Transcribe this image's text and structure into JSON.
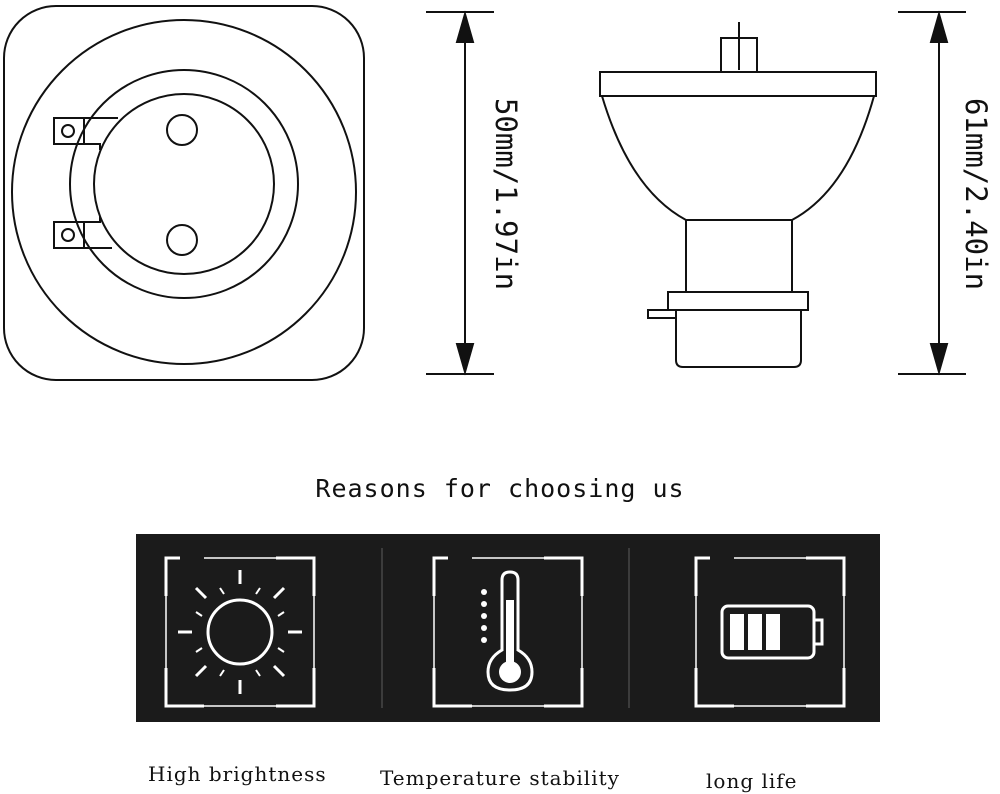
{
  "dimensions": {
    "width_label": "50mm/1.97in",
    "height_label": "61mm/2.40in"
  },
  "section": {
    "title": "Reasons for choosing us"
  },
  "features": [
    {
      "icon": "sun-icon",
      "label": "High brightness"
    },
    {
      "icon": "thermometer-icon",
      "label": "Temperature stability"
    },
    {
      "icon": "battery-icon",
      "label": "long life"
    }
  ],
  "colors": {
    "band_background": "#1b1b1b",
    "icon_stroke": "#ffffff",
    "line": "#111111"
  }
}
